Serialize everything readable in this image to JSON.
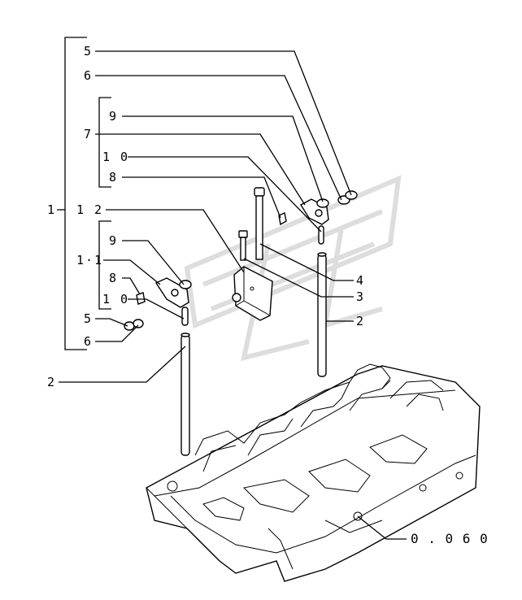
{
  "labels": {
    "l5_top": "5",
    "l6_top": "6",
    "l9_top": "9",
    "l7": "7",
    "l10_top": "1 0",
    "l8_top": "8",
    "l1": "1",
    "l12": "1 2",
    "l9_mid": "9",
    "l11": "1·1",
    "l8_mid": "8",
    "l10_mid": "1 0",
    "l5_bot": "5",
    "l6_bot": "6",
    "l4": "4",
    "l3": "3",
    "l2_right": "2",
    "l2_left": "2",
    "ref": "0 . 0 6 0"
  }
}
